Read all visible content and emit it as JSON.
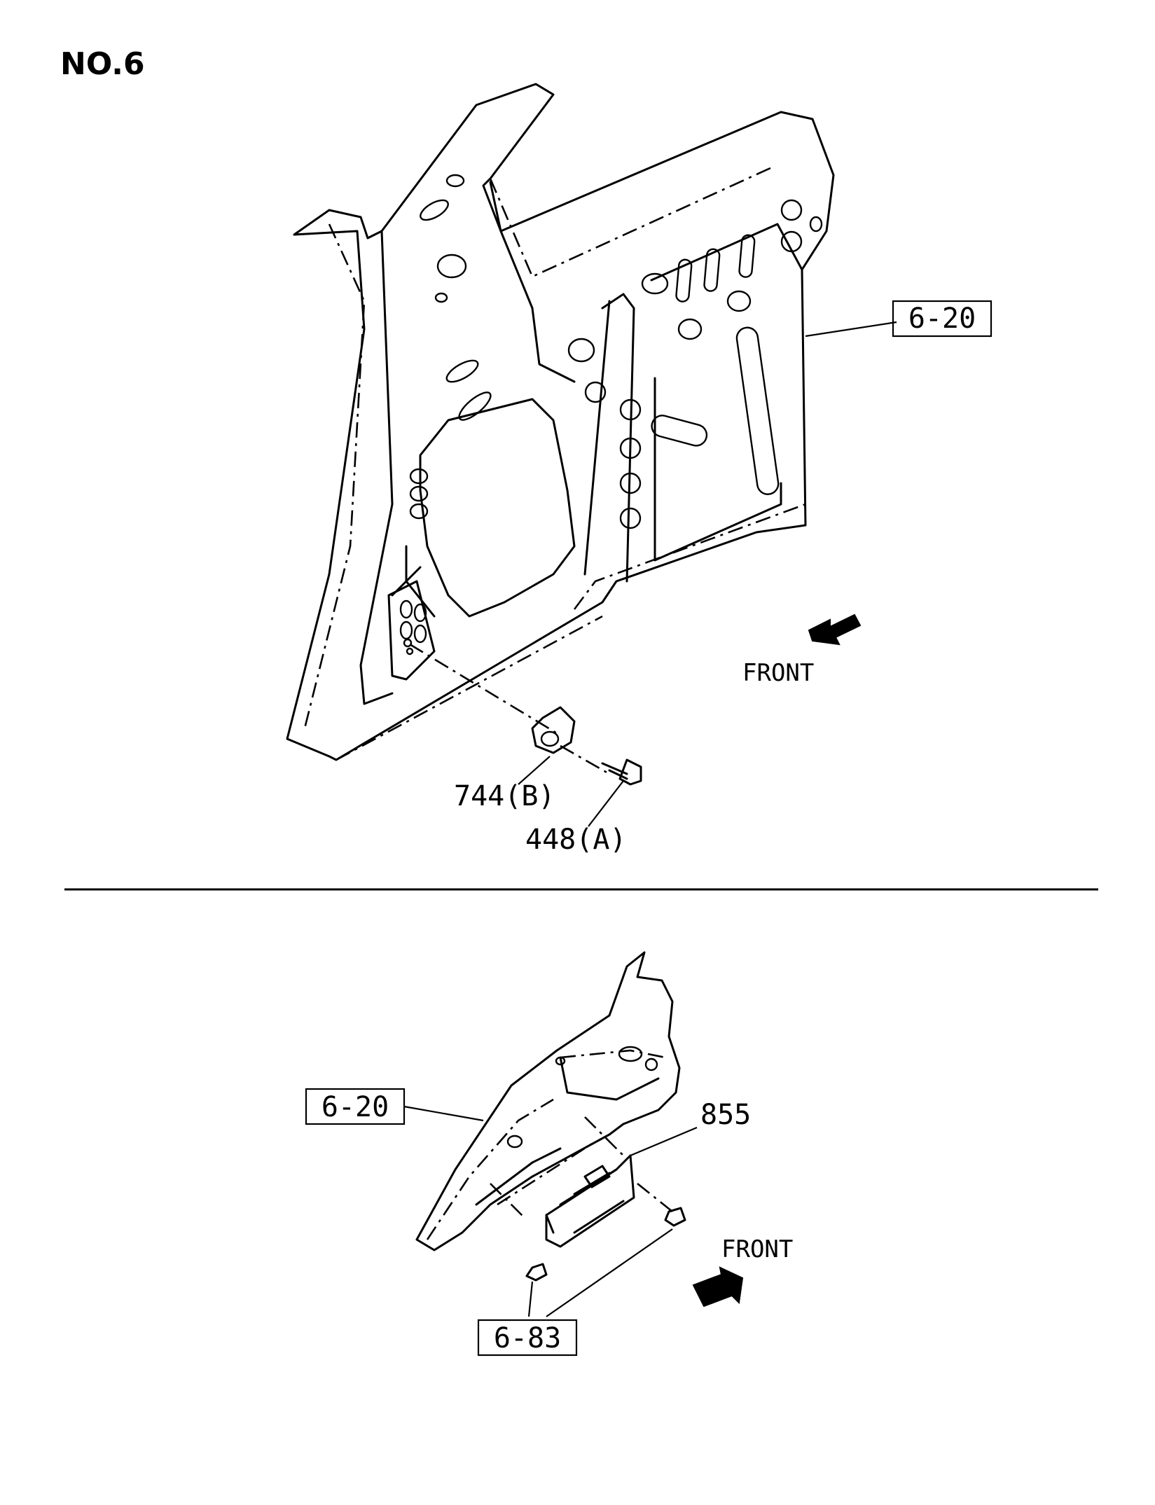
{
  "page_title": "NO.6",
  "upper_view": {
    "ref_panel": "6-20",
    "part_bracket": "744(B)",
    "part_bolt": "448(A)",
    "direction_label": "FRONT"
  },
  "lower_view": {
    "ref_panel": "6-20",
    "part_module": "855",
    "ref_nut": "6-83",
    "direction_label": "FRONT"
  }
}
